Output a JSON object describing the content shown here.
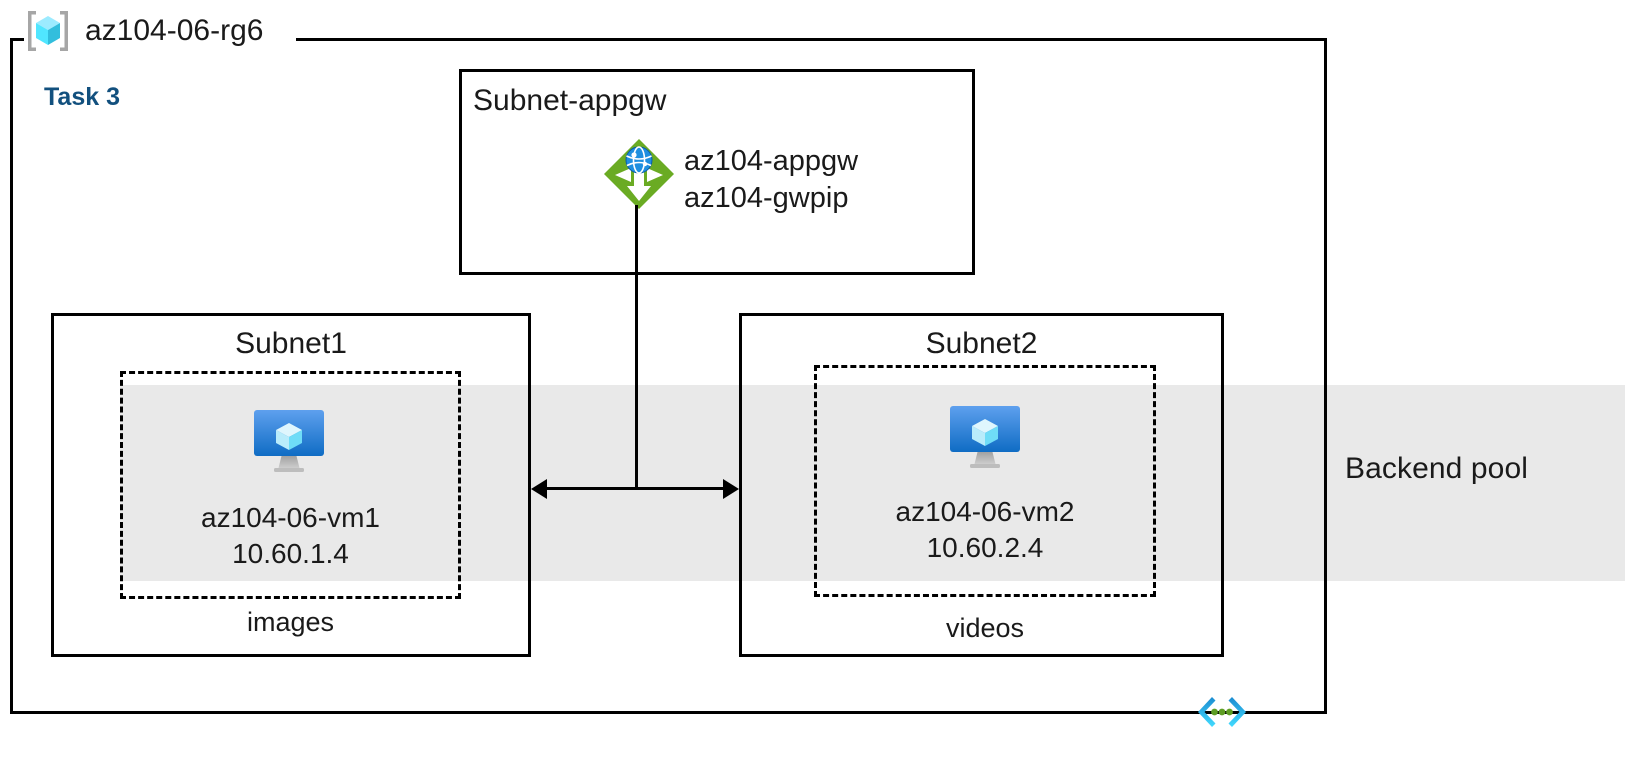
{
  "diagram": {
    "resource_group": {
      "name": "az104-06-rg6",
      "icon": "resource-group-cube-icon"
    },
    "task": {
      "label": "Task 3",
      "color": "#12507e"
    },
    "backend_pool": {
      "label": "Backend pool",
      "band_color": "#e9e9e9"
    },
    "appgw_subnet": {
      "label": "Subnet-appgw",
      "icon": "application-gateway-icon",
      "resources": "az104-appgw\naz104-gwpip",
      "resource_lines": [
        "az104-appgw",
        "az104-gwpip"
      ]
    },
    "subnet1": {
      "label": "Subnet1",
      "vm_icon": "virtual-machine-icon",
      "vm_name": "az104-06-vm1",
      "vm_ip": "10.60.1.4",
      "vm_texts": "az104-06-vm1\n10.60.1.4",
      "content_label": "images"
    },
    "subnet2": {
      "label": "Subnet2",
      "vm_icon": "virtual-machine-icon",
      "vm_name": "az104-06-vm2",
      "vm_ip": "10.60.2.4",
      "vm_texts": "az104-06-vm2\n10.60.2.4",
      "content_label": "videos"
    },
    "code_icon": {
      "name": "infrastructure-as-code-icon"
    },
    "colors": {
      "frame_stroke": "#000000",
      "appgw_green": "#6aab23",
      "appgw_globe_blue": "#1f8fe0",
      "vm_blue_top": "#5ea0ee",
      "vm_blue_bottom": "#0f6cc4",
      "vm_cube_cyan": "#b9ecfb",
      "rg_icon_bracket": "#a6a6a6",
      "rg_icon_cube": "#50e6ff",
      "code_bracket_blue": "#1b93d8",
      "code_dot_green": "#5e9e24"
    }
  }
}
